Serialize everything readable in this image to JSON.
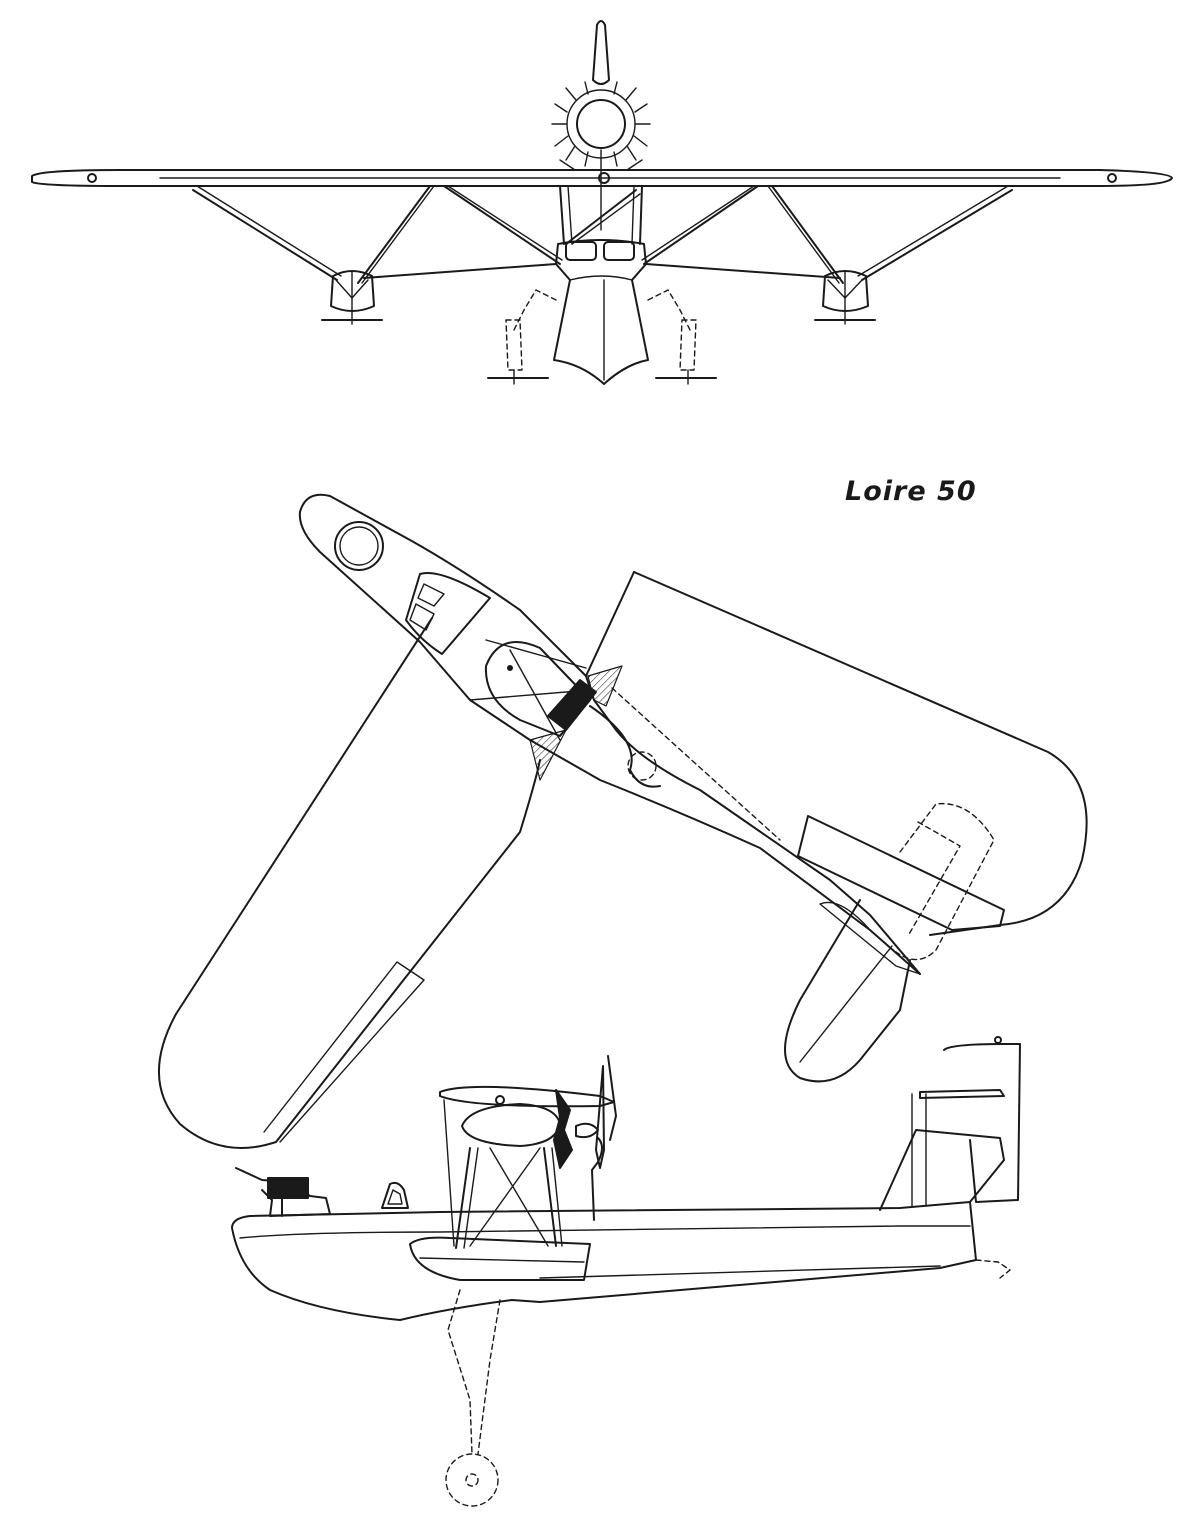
{
  "title": "Loire 50",
  "colors": {
    "ink": "#1a1a1a",
    "paper": "#ffffff"
  },
  "views": [
    {
      "id": "front-view",
      "kind": "front elevation"
    },
    {
      "id": "plan-view",
      "kind": "top plan"
    },
    {
      "id": "side-view",
      "kind": "side elevation"
    }
  ]
}
